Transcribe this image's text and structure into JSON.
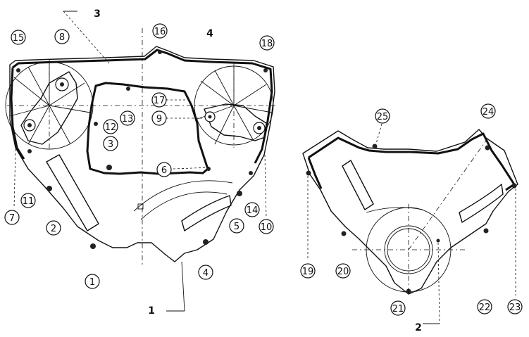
{
  "diagram": {
    "front_cover_callouts": [
      "15",
      "8",
      "16",
      "18",
      "13",
      "17",
      "9",
      "12",
      "3",
      "6",
      "11",
      "7",
      "2",
      "14",
      "5",
      "10",
      "4",
      "1"
    ],
    "rear_cover_callouts": [
      "25",
      "24",
      "19",
      "20",
      "21",
      "22",
      "23"
    ],
    "part_labels": {
      "cover_1": "1",
      "cover_2": "2",
      "gasket_3": "3",
      "gasket_4": "4"
    }
  }
}
